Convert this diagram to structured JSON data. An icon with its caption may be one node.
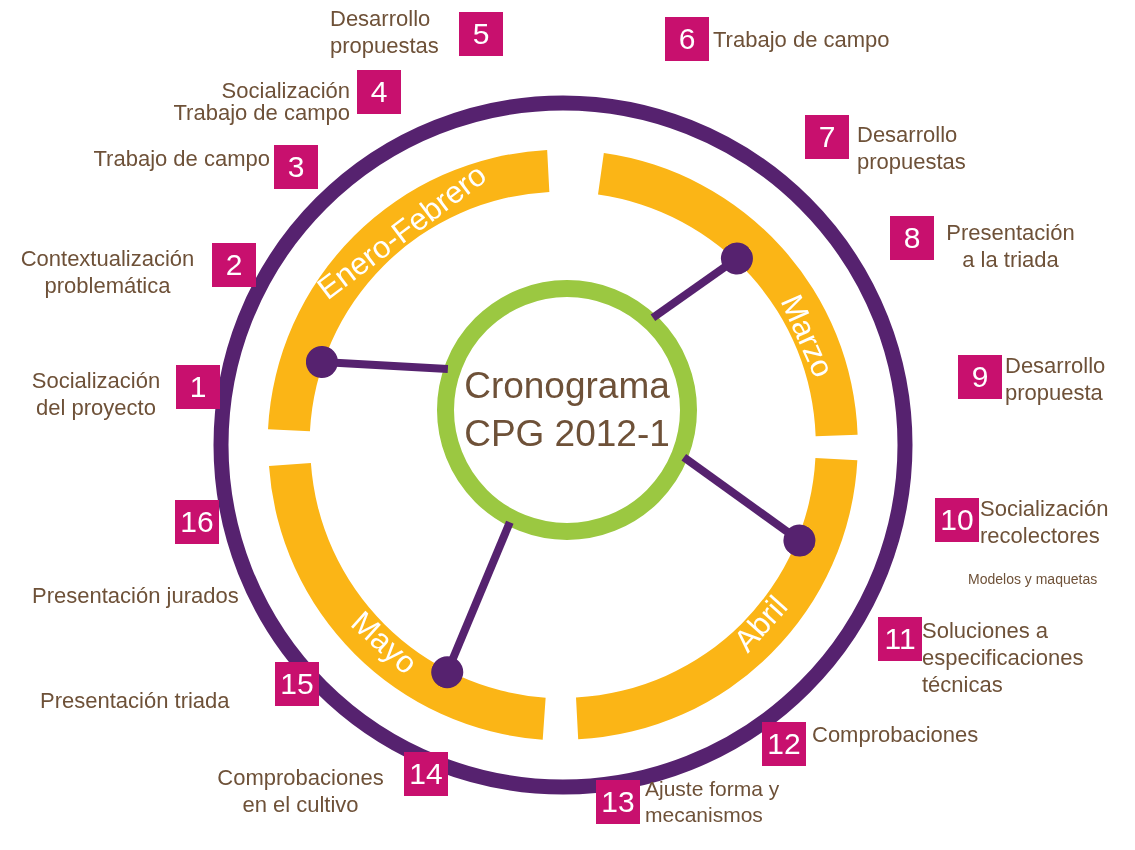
{
  "diagram": {
    "nodes": [
      {
        "text": [
          "Cronograma CPG 2012-1"
        ]
      },
      {
        "text": [
          "Enero-Febrero"
        ]
      },
      {
        "text": [
          "Marzo"
        ]
      },
      {
        "text": [
          "Abril"
        ]
      },
      {
        "text": [
          "Mayo"
        ]
      },
      {
        "text": [
          "1"
        ],
        "beside": [
          "Socialización del proyecto"
        ]
      },
      {
        "text": [
          "2"
        ],
        "beside": [
          "Contextualización problemática"
        ]
      },
      {
        "text": [
          "3"
        ],
        "beside": [
          "Trabajo de campo"
        ]
      },
      {
        "text": [
          "4"
        ],
        "beside": [
          "Socialización",
          "Trabajo de campo"
        ]
      },
      {
        "text": [
          "5"
        ],
        "beside": [
          "Desarrollo propuestas"
        ]
      },
      {
        "text": [
          "6"
        ],
        "beside": [
          "Trabajo de campo"
        ]
      },
      {
        "text": [
          "7"
        ],
        "beside": [
          "Desarrollo propuestas"
        ]
      },
      {
        "text": [
          "8"
        ],
        "beside": [
          "Presentación a la triada"
        ]
      },
      {
        "text": [
          "9"
        ],
        "beside": [
          "Desarrollo propuesta"
        ]
      },
      {
        "text": [
          "10"
        ],
        "beside": [
          "Socialización recolectores",
          "Modelos y maquetas"
        ]
      },
      {
        "text": [
          "11"
        ],
        "beside": [
          "Soluciones a especificaciones técnicas"
        ]
      },
      {
        "text": [
          "12"
        ],
        "beside": [
          "Comprobaciones"
        ]
      },
      {
        "text": [
          "13"
        ],
        "beside": [
          "Ajuste forma y mecanismos"
        ]
      },
      {
        "text": [
          "14"
        ],
        "beside": [
          "Comprobaciones en el cultivo"
        ]
      },
      {
        "text": [
          "15"
        ],
        "beside": [
          "Presentación triada"
        ]
      },
      {
        "text": [
          "16"
        ],
        "beside": [
          "Presentación jurados"
        ]
      }
    ],
    "edges": [
      {
        "from": 0,
        "to": 1,
        "arrow": "other"
      },
      {
        "from": 0,
        "to": 2,
        "arrow": "other"
      },
      {
        "from": 0,
        "to": 3,
        "arrow": "other"
      },
      {
        "from": 0,
        "to": 4,
        "arrow": "other"
      }
    ]
  }
}
